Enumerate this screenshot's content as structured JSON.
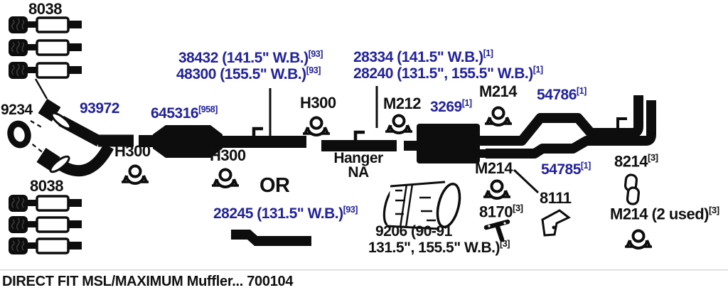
{
  "diagram_title": "Exhaust system direct-fit parts diagram",
  "colors": {
    "part_link_blue": "#22229b",
    "diagram_black": "#0d0d0d",
    "text_black": "#101010",
    "divider_gray": "#d8d8d8",
    "background": "#ffffff"
  },
  "labels": {
    "res_top": {
      "text": "8038"
    },
    "res_bottom": {
      "text": "8038"
    },
    "gasket9234": {
      "text": "9234"
    },
    "ypipe93972": {
      "text": "93972"
    },
    "converter645316": {
      "text": "645316",
      "sup": "[958]"
    },
    "h300_a": {
      "text": "H300"
    },
    "h300_b": {
      "text": "H300"
    },
    "h300_c": {
      "text": "H300"
    },
    "pipe38432": {
      "text": "38432 (141.5\" W.B.)",
      "sup": "[93]"
    },
    "pipe48300": {
      "text": "48300 (155.5\" W.B.)",
      "sup": "[93]"
    },
    "pipe28334": {
      "text": "28334 (141.5\" W.B.)",
      "sup": "[1]"
    },
    "pipe28240": {
      "text": "28240 (131.5\", 155.5\" W.B.)",
      "sup": "[1]"
    },
    "m212": {
      "text": "M212"
    },
    "muffler3269": {
      "text": "3269",
      "sup": "[1]"
    },
    "m214_top": {
      "text": "M214"
    },
    "tail54786": {
      "text": "54786",
      "sup": "[1]"
    },
    "hanger_na": {
      "line1": "Hanger",
      "line2": "NA"
    },
    "or_word": {
      "text": "OR"
    },
    "pipe28245": {
      "text": "28245 (131.5\" W.B.)",
      "sup": "[93]"
    },
    "shield9206_line1": {
      "text": "9206 (90-91"
    },
    "shield9206_line2": {
      "text": "131.5\", 155.5\" W.B.)",
      "sup": "[3]"
    },
    "m214_mid": {
      "text": "M214"
    },
    "tail54785": {
      "text": "54785",
      "sup": "[1]"
    },
    "bracket8111": {
      "text": "8111"
    },
    "tbolt8170": {
      "text": "8170",
      "sup": "[3]"
    },
    "gasket8214": {
      "text": "8214",
      "sup": "[3]"
    },
    "m214_2used": {
      "text": "M214 (2 used)",
      "sup": "[3]"
    }
  },
  "icons": {
    "hanger": "hanger-clamp-icon",
    "donut": "donut-gasket-icon",
    "resonator": "resonator-pipe-icon",
    "tbolt": "t-bolt-clamp-icon",
    "bracket": "mounting-bracket-icon",
    "flange_gasket": "flange-gasket-icon",
    "heat_shield": "heat-shield-icon"
  },
  "footer": {
    "text": "DIRECT FIT MSL/MAXIMUM Muffler... 700104"
  }
}
